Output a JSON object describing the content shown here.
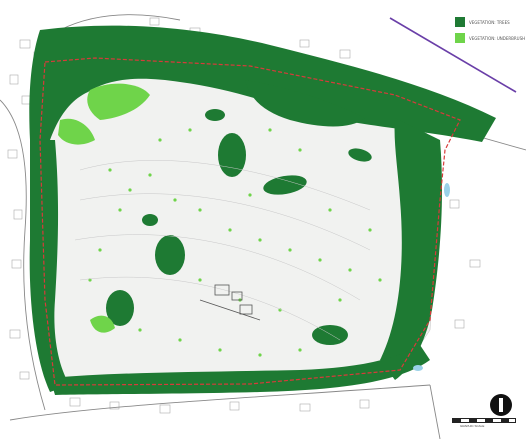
{
  "legend": {
    "items": [
      {
        "label": "VEGETATION: TREES",
        "color": "#1f7a34"
      },
      {
        "label": "VEGETATION: UNDERBRUSH",
        "color": "#6fd44a"
      }
    ]
  },
  "colors": {
    "forest": "#1e7a33",
    "underbrush": "#6fd44a",
    "open_ground": "#f1f2f0",
    "boundary": "#d83a3a",
    "road": "#6a3fa8"
  },
  "north_arrow": "north-arrow-icon",
  "scale": {
    "label": "GRAPHIC SCALE"
  }
}
